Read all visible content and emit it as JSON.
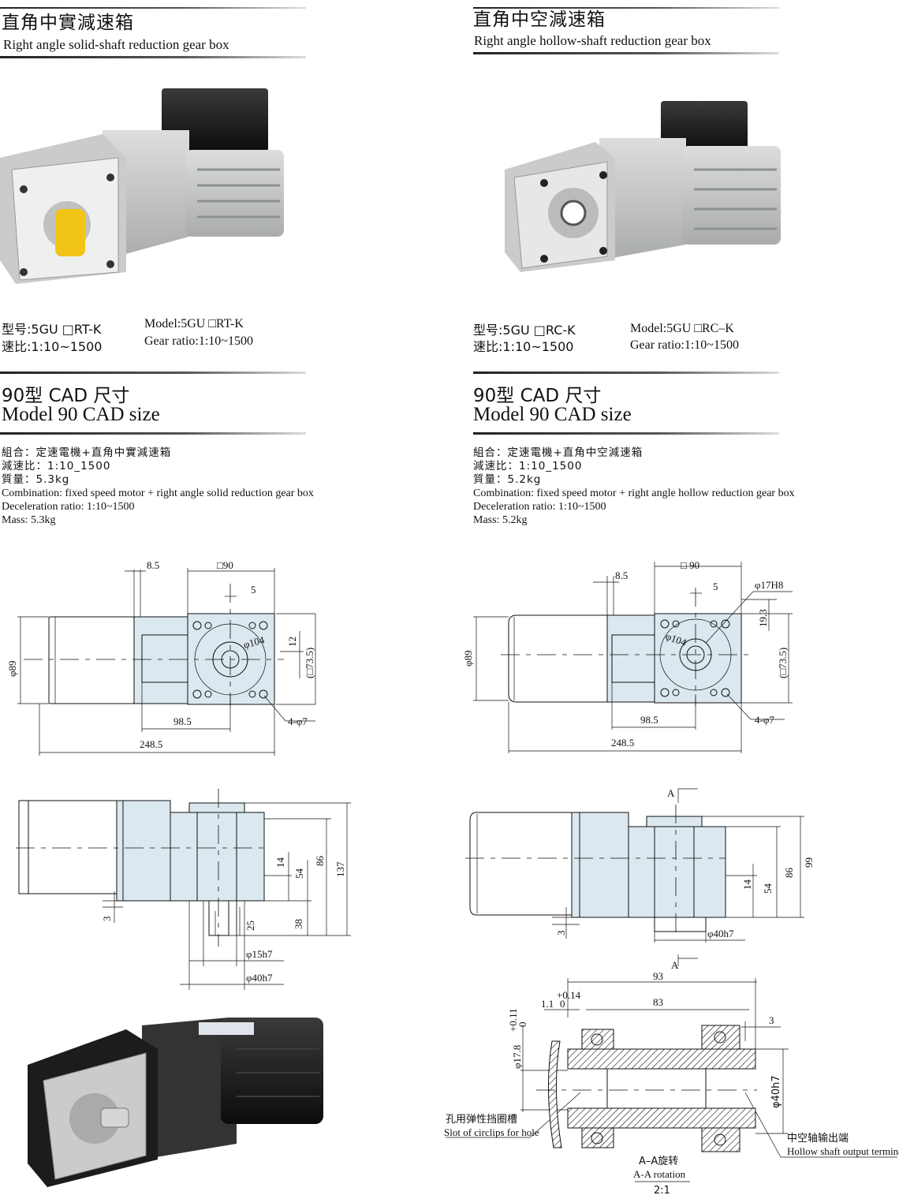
{
  "left": {
    "title_cn": "直角中實減速箱",
    "title_en": "Right angle solid-shaft reduction gear box",
    "model_cn": "型号:5GU □RT-K",
    "ratio_cn": "速比:1:10~1500",
    "model_en": "Model:5GU □RT-K",
    "ratio_en": "Gear ratio:1:10~1500",
    "cad_cn": "90型  CAD 尺寸",
    "cad_en": "Model 90  CAD size",
    "spec_cn": [
      "組合：定速電機+直角中實減速箱",
      "減速比：1:10_1500",
      "質量：5.3kg"
    ],
    "spec_en": [
      "Combination: fixed speed motor + right angle solid reduction gear box",
      "Deceleration ratio: 1:10~1500",
      "Mass: 5.3kg"
    ],
    "front_dims": {
      "d1": "8.5",
      "d2": "□90",
      "d3": "5",
      "d4": "φ104",
      "d5": "12",
      "d6": "(□73.5)",
      "d7": "φ89",
      "d8": "98.5",
      "d9": "248.5",
      "d10": "4-φ7"
    },
    "side_dims": {
      "d1": "14",
      "d2": "54",
      "d3": "86",
      "d4": "137",
      "d5": "3",
      "d6": "25",
      "d7": "38",
      "d8": "φ15h7",
      "d9": "φ40h7"
    }
  },
  "right": {
    "title_cn": "直角中空減速箱",
    "title_en": "Right angle hollow-shaft reduction gear box",
    "model_cn": "型号:5GU □RC-K",
    "ratio_cn": "速比:1:10~1500",
    "model_en": "Model:5GU □RC–K",
    "ratio_en": "Gear ratio:1:10~1500",
    "cad_cn": "90型  CAD 尺寸",
    "cad_en": "Model 90  CAD size",
    "spec_cn": [
      "組合：定速電機+直角中空減速箱",
      "減速比：1:10_1500",
      "質量：5.2kg"
    ],
    "spec_en": [
      "Combination: fixed speed motor + right angle hollow reduction gear box",
      "Deceleration ratio: 1:10~1500",
      "Mass: 5.2kg"
    ],
    "front_dims": {
      "d1": "8.5",
      "d2": "□ 90",
      "d3": "5",
      "d4": "φ17H8",
      "d5": "19.3",
      "d6": "(□73.5)",
      "d7": "φ104",
      "d8": "φ89",
      "d9": "98.5",
      "d10": "248.5",
      "d11": "4-φ7"
    },
    "side_dims": {
      "a1": "A",
      "a2": "A",
      "d1": "14",
      "d2": "54",
      "d3": "86",
      "d4": "99",
      "d5": "3",
      "d6": "φ40h7"
    },
    "section": {
      "d1": "93",
      "d2": "83",
      "d3": "1.1",
      "d3_tol_up": "+0.14",
      "d3_tol_low": "0",
      "d4": "φ17.8",
      "d4_tol_up": "+0.11",
      "d4_tol_low": "0",
      "d5": "3",
      "d6": "φ40h7",
      "label_slot_cn": "孔用弹性挡圈槽",
      "label_slot_en": "Slot of circlips for hole",
      "label_out_cn": "中空轴输出端",
      "label_out_en": "Hollow shaft output terminal",
      "caption_cn": "A–A旋转",
      "caption_en": "A-A rotation",
      "scale": "2:1"
    }
  }
}
